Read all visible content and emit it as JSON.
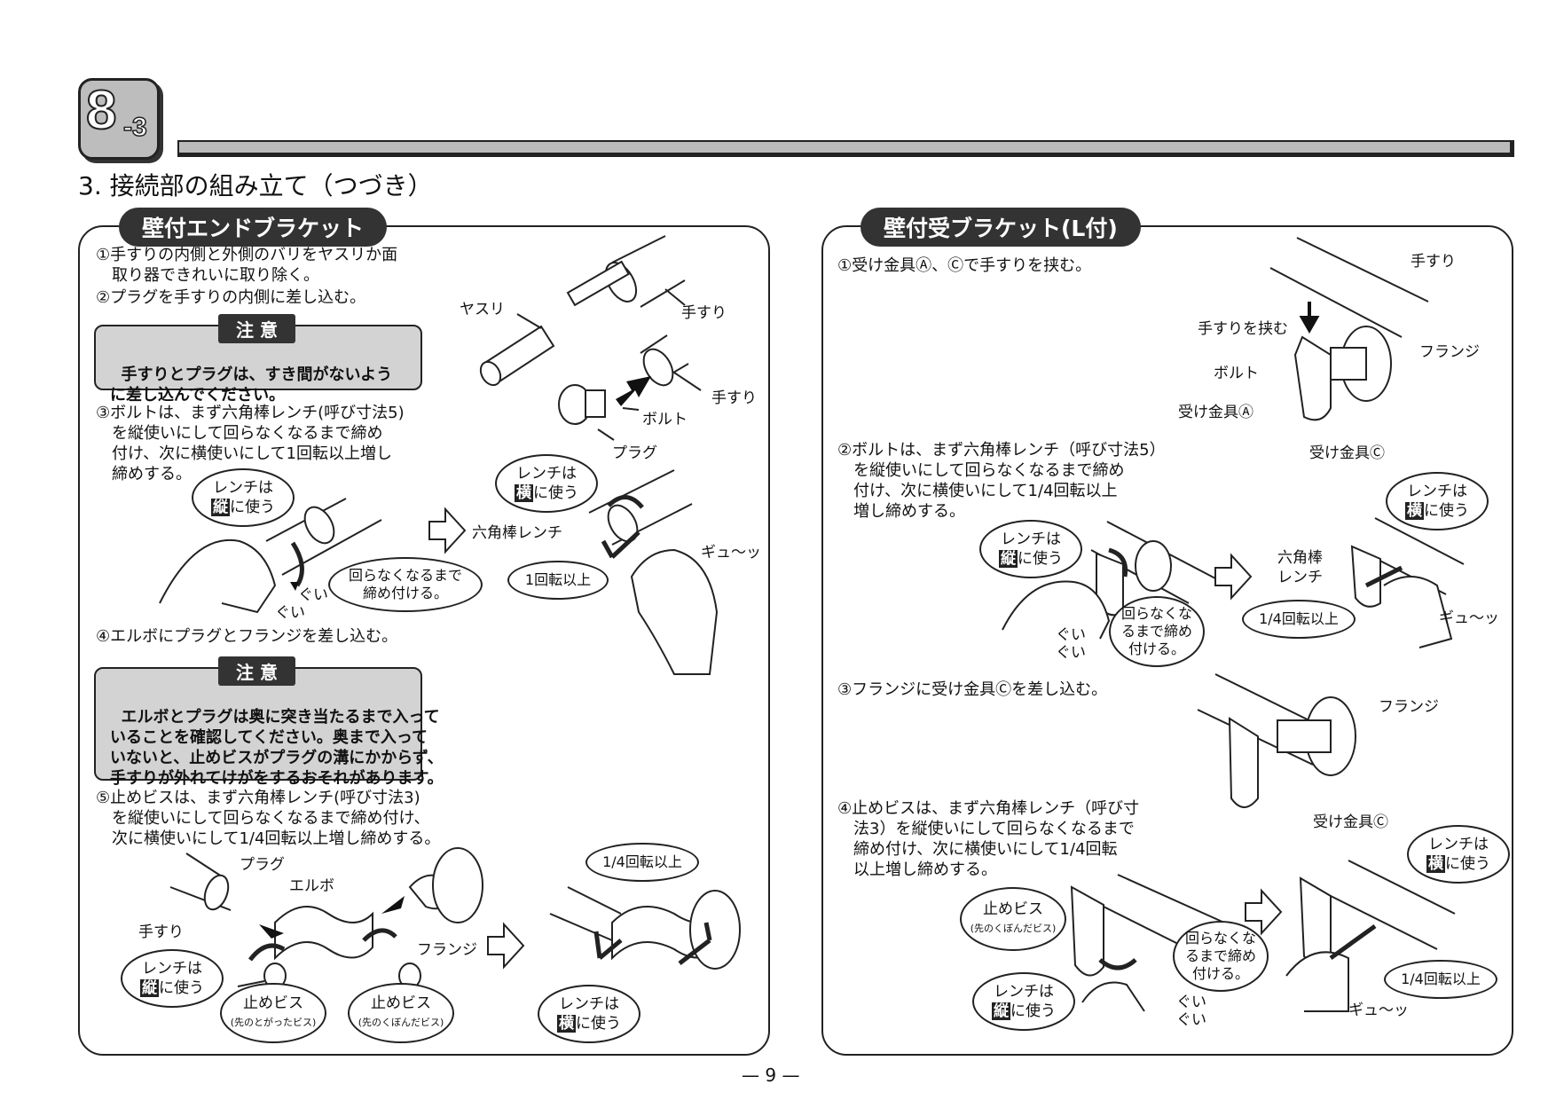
{
  "header": {
    "section_main": "8",
    "section_sub": "-3",
    "title": "3. 接続部の組み立て（つづき）"
  },
  "left_panel": {
    "title": "壁付エンドブラケット",
    "step1": "①手すりの内側と外側のバリをヤスリか面\n　取り器できれいに取り除く。",
    "step2": "②プラグを手すりの内側に差し込む。",
    "caution1_tag": "注 意",
    "caution1_text": "手すりとプラグは、すき間がないよう\nに差し込んでください。",
    "step3": "③ボルトは、まず六角棒レンチ(呼び寸法5)\n　を縦使いにして回らなくなるまで締め\n　付け、次に横使いにして1回転以上増し\n　締めする。",
    "step4": "④エルボにプラグとフランジを差し込む。",
    "caution2_tag": "注 意",
    "caution2_text": "エルボとプラグは奥に突き当たるまで入って\nいることを確認してください。奥まで入って\nいないと、止めビスがプラグの溝にかからず、\n手すりが外れてけがをするおそれがあります。",
    "step5": "⑤止めビスは、まず六角棒レンチ(呼び寸法3)\n　を縦使いにして回らなくなるまで締め付け、\n　次に横使いにして1/4回転以上増し締めする。",
    "labels": {
      "yasuri": "ヤスリ",
      "tesuri_a": "手すり",
      "tesuri_b": "手すり",
      "bolt": "ボルト",
      "plug": "プラグ",
      "rokkaku": "六角棒レンチ",
      "gyu": "ギュ～ッ",
      "gui1": "ぐい",
      "gui2": "ぐい",
      "plug2": "プラグ",
      "elbow": "エルボ",
      "tesuri_c": "手すり",
      "flange": "フランジ"
    },
    "bubbles": {
      "wrench_pre": "レンチは",
      "tate": "縦",
      "yoko": "横",
      "wrench_post": "に使う",
      "mawaranaku": "回らなくなるまで\n締め付ける。",
      "one_turn": "1回転以上",
      "quarter": "1/4回転以上",
      "tomebisu": "止めビス",
      "togatta": "(先のとがったビス)",
      "kubonda": "(先のくぼんだビス)"
    }
  },
  "right_panel": {
    "title": "壁付受ブラケット(L付)",
    "step1": "①受け金具Ⓐ、Ⓒで手すりを挟む。",
    "step2": "②ボルトは、まず六角棒レンチ（呼び寸法5）\n　を縦使いにして回らなくなるまで締め\n　付け、次に横使いにして1/4回転以上\n　増し締めする。",
    "step3": "③フランジに受け金具Ⓒを差し込む。",
    "step4": "④止めビスは、まず六角棒レンチ（呼び寸\n　法3）を縦使いにして回らなくなるまで\n　締め付け、次に横使いにして1/4回転\n　以上増し締めする。",
    "labels": {
      "tesuri": "手すり",
      "hasamu": "手すりを挟む",
      "flange": "フランジ",
      "bolt": "ボルト",
      "ukeA": "受け金具Ⓐ",
      "ukeC": "受け金具Ⓒ",
      "rokkaku": "六角棒\nレンチ",
      "gyu": "ギュ～ッ",
      "gui": "ぐい\nぐい",
      "flange2": "フランジ",
      "ukeC2": "受け金具Ⓒ",
      "gui2": "ぐい\nぐい",
      "gyu2": "ギュ～ッ"
    },
    "bubbles": {
      "wrench_pre": "レンチは",
      "tate": "縦",
      "yoko": "横",
      "wrench_post": "に使う",
      "mawaranakuna": "回らなくな\nるまで締め\n付ける。",
      "quarter": "1/4回転以上",
      "tomebisu": "止めビス",
      "kubonda": "(先のくぼんだビス)"
    }
  },
  "footer": {
    "page": "— 9 —"
  }
}
